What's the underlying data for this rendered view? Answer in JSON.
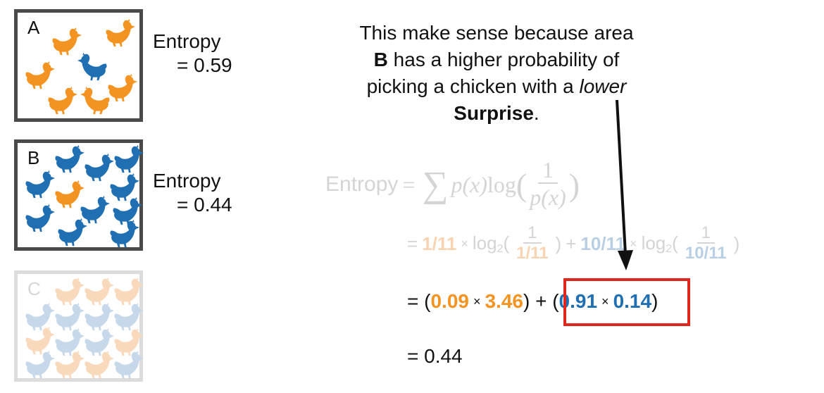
{
  "areas": [
    {
      "letter": "A",
      "faded": false,
      "entropy_label": "Entropy",
      "entropy_value": "= 0.59"
    },
    {
      "letter": "B",
      "faded": false,
      "entropy_label": "Entropy",
      "entropy_value": "= 0.44"
    },
    {
      "letter": "C",
      "faded": true
    }
  ],
  "explanation": {
    "line1": "This make sense because area",
    "bold_b": "B",
    "line2_rest": " has a higher probability of",
    "line3_start": "picking a chicken with a ",
    "italic_lower": "lower",
    "bold_surprise": "Surprise",
    "period": "."
  },
  "formula": {
    "entropy_word": "Entropy",
    "equals": "=",
    "sigma": "∑",
    "px": "p(x)",
    "log": "log",
    "one": "1",
    "line2": {
      "eq": "=",
      "p1": "1/11",
      "times": "×",
      "log2": "log",
      "sub2": "2",
      "one": "1",
      "den1": "1/11",
      "plus": "+",
      "p2": "10/11",
      "den2": "10/11"
    },
    "line3": {
      "eq": "= (",
      "a": "0.09",
      "times": "×",
      "b": "3.46",
      "mid": ") + (",
      "c": "0.91",
      "d": "0.14",
      "close": ")"
    },
    "result": "= 0.44"
  },
  "colors": {
    "orange": "#f39322",
    "blue": "#1f6fb2",
    "highlight_box": "#e1271b"
  },
  "icons": [
    "chicken-icon",
    "arrow-down-icon"
  ]
}
